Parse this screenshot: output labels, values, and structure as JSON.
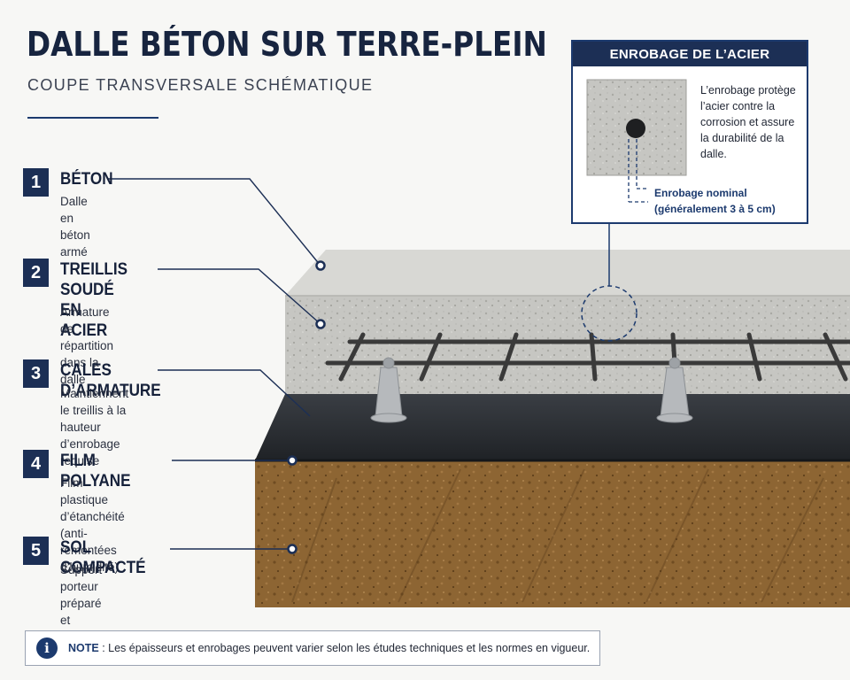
{
  "title": "DALLE BÉTON SUR TERRE-PLEIN",
  "subtitle": "COUPE TRANSVERSALE SCHÉMATIQUE",
  "layers": [
    {
      "number": "1",
      "title": "BÉTON",
      "description": "Dalle en béton\narmé"
    },
    {
      "number": "2",
      "title": "TREILLIS SOUDÉ\nEN ACIER",
      "description": "Armature de répartition\ndans la dalle"
    },
    {
      "number": "3",
      "title": "CALES D’ARMATURE",
      "description": "Maintiennent le treillis à la\nhauteur d’enrobage requise"
    },
    {
      "number": "4",
      "title": "FILM POLYANE",
      "description": "Film plastique d’étanchéité\n(anti-remontées d’humidité)"
    },
    {
      "number": "5",
      "title": "SOL COMPACTÉ",
      "description": "Support porteur préparé\net compacté"
    }
  ],
  "inset": {
    "title": "ENROBAGE DE L’ACIER",
    "text": "L’enrobage protège l’acier contre la corrosion et assure la durabilité de la dalle.",
    "nominal": "Enrobage nominal\n(généralement 3 à 5 cm)"
  },
  "note": {
    "label": "NOTE",
    "text": " : Les épaisseurs et enrobages peuvent varier selon les études techniques et les normes en vigueur."
  },
  "colors": {
    "navy": "#1c2f55",
    "accent": "#1c3a6e",
    "concrete": "#c9c9c6",
    "film": "#2a2d31",
    "soil": "#8a6230"
  }
}
